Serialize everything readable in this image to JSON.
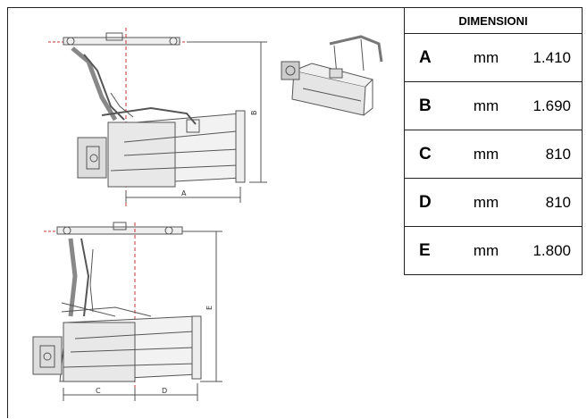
{
  "table": {
    "header": "DIMENSIONI",
    "rows": [
      {
        "letter": "A",
        "unit": "mm",
        "value": "1.410"
      },
      {
        "letter": "B",
        "unit": "mm",
        "value": "1.690"
      },
      {
        "letter": "C",
        "unit": "mm",
        "value": "810"
      },
      {
        "letter": "D",
        "unit": "mm",
        "value": "810"
      },
      {
        "letter": "E",
        "unit": "mm",
        "value": "1.800"
      }
    ]
  },
  "drawing_labels": {
    "a": "A",
    "b": "B",
    "c": "C",
    "d": "D",
    "e": "E"
  }
}
